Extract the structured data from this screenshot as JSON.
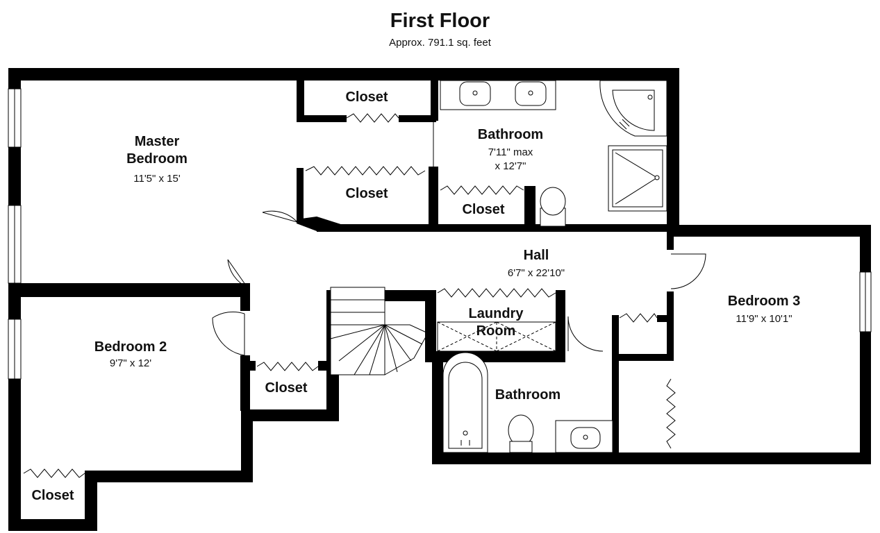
{
  "header": {
    "title": "First Floor",
    "subtitle": "Approx. 791.1 sq. feet"
  },
  "rooms": {
    "master_bedroom": {
      "name_line1": "Master",
      "name_line2": "Bedroom",
      "dims": "11'5\" x 15'"
    },
    "closet_master_top": {
      "name": "Closet"
    },
    "closet_master_mid": {
      "name": "Closet"
    },
    "bathroom_master": {
      "name": "Bathroom",
      "dims_line1": "7'11\" max",
      "dims_line2": "x 12'7\""
    },
    "closet_bath": {
      "name": "Closet"
    },
    "hall": {
      "name": "Hall",
      "dims": "6'7\" x 22'10\""
    },
    "laundry_room": {
      "name_line1": "Laundry",
      "name_line2": "Room"
    },
    "bedroom_2": {
      "name": "Bedroom 2",
      "dims": "9'7\" x 12'"
    },
    "closet_bed2_right": {
      "name": "Closet"
    },
    "closet_bed2_bottom": {
      "name": "Closet"
    },
    "bathroom_hall": {
      "name": "Bathroom"
    },
    "bedroom_3": {
      "name": "Bedroom 3",
      "dims": "11'9\" x 10'1\""
    }
  }
}
